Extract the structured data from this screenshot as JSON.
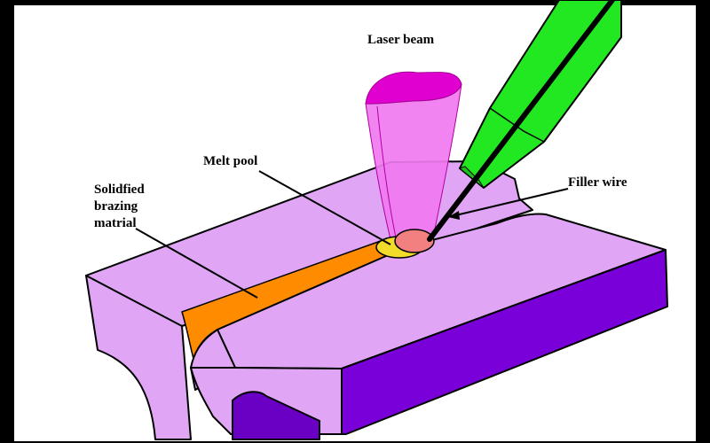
{
  "labels": {
    "laser_beam": "Laser beam",
    "melt_pool": "Melt pool",
    "filler_wire": "Filler wire",
    "solidified_lines": [
      "Solidfied",
      "brazing",
      "matrial"
    ]
  },
  "colors": {
    "frame_outer": "#000000",
    "background": "#FFFFFF",
    "plate_top": "#E0A6F5",
    "plate_side": "#7A00D9",
    "plate_shadow": "#6A00C4",
    "bead": "#FF8C00",
    "laser": "#F07AF0",
    "laser_top": "#E000D0",
    "melt_pool": "#F2DB2A",
    "melt_spot": "#F28080",
    "nozzle": "#22E822",
    "wire": "#000000"
  }
}
